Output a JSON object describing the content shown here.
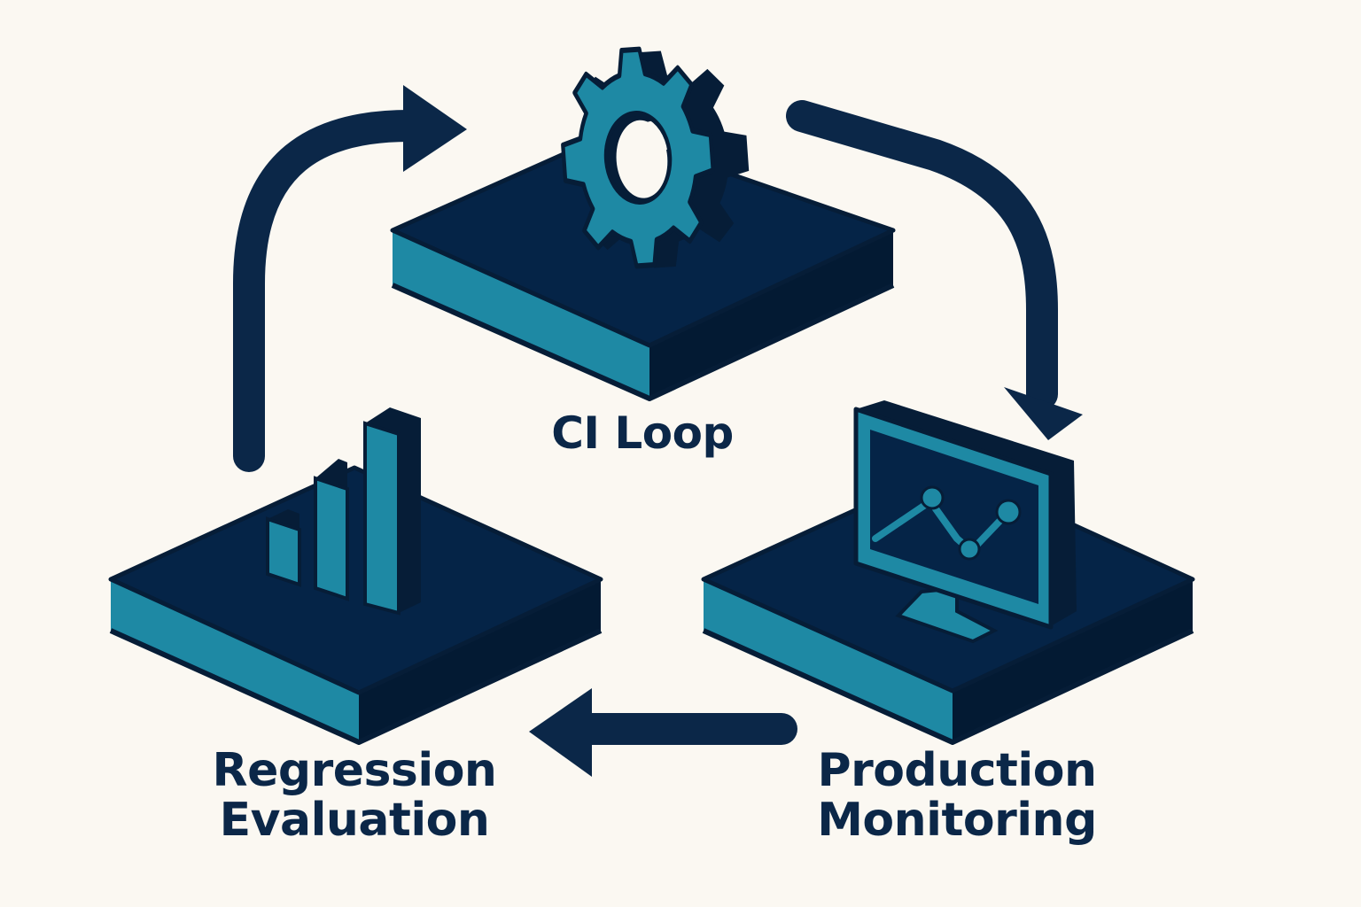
{
  "colors": {
    "background": "#fbf8f2",
    "navy": "#0b2748",
    "platform_top": "#052447",
    "platform_side_light": "#1e89a4",
    "platform_side_dark": "#061d37",
    "accent_teal": "#1e89a4",
    "label_text": "#0b2748"
  },
  "nodes": {
    "ci_loop": {
      "label": "CI Loop",
      "icon": "gear-icon"
    },
    "production_monitoring": {
      "label_line1": "Production",
      "label_line2": "Monitoring",
      "icon": "monitor-chart-icon"
    },
    "regression_evaluation": {
      "label_line1": "Regression",
      "label_line2": "Evaluation",
      "icon": "bar-chart-icon"
    }
  },
  "edges": [
    {
      "from": "ci_loop",
      "to": "production_monitoring",
      "icon": "arrow-icon"
    },
    {
      "from": "production_monitoring",
      "to": "regression_evaluation",
      "icon": "arrow-icon"
    },
    {
      "from": "regression_evaluation",
      "to": "ci_loop",
      "icon": "arrow-icon"
    }
  ]
}
